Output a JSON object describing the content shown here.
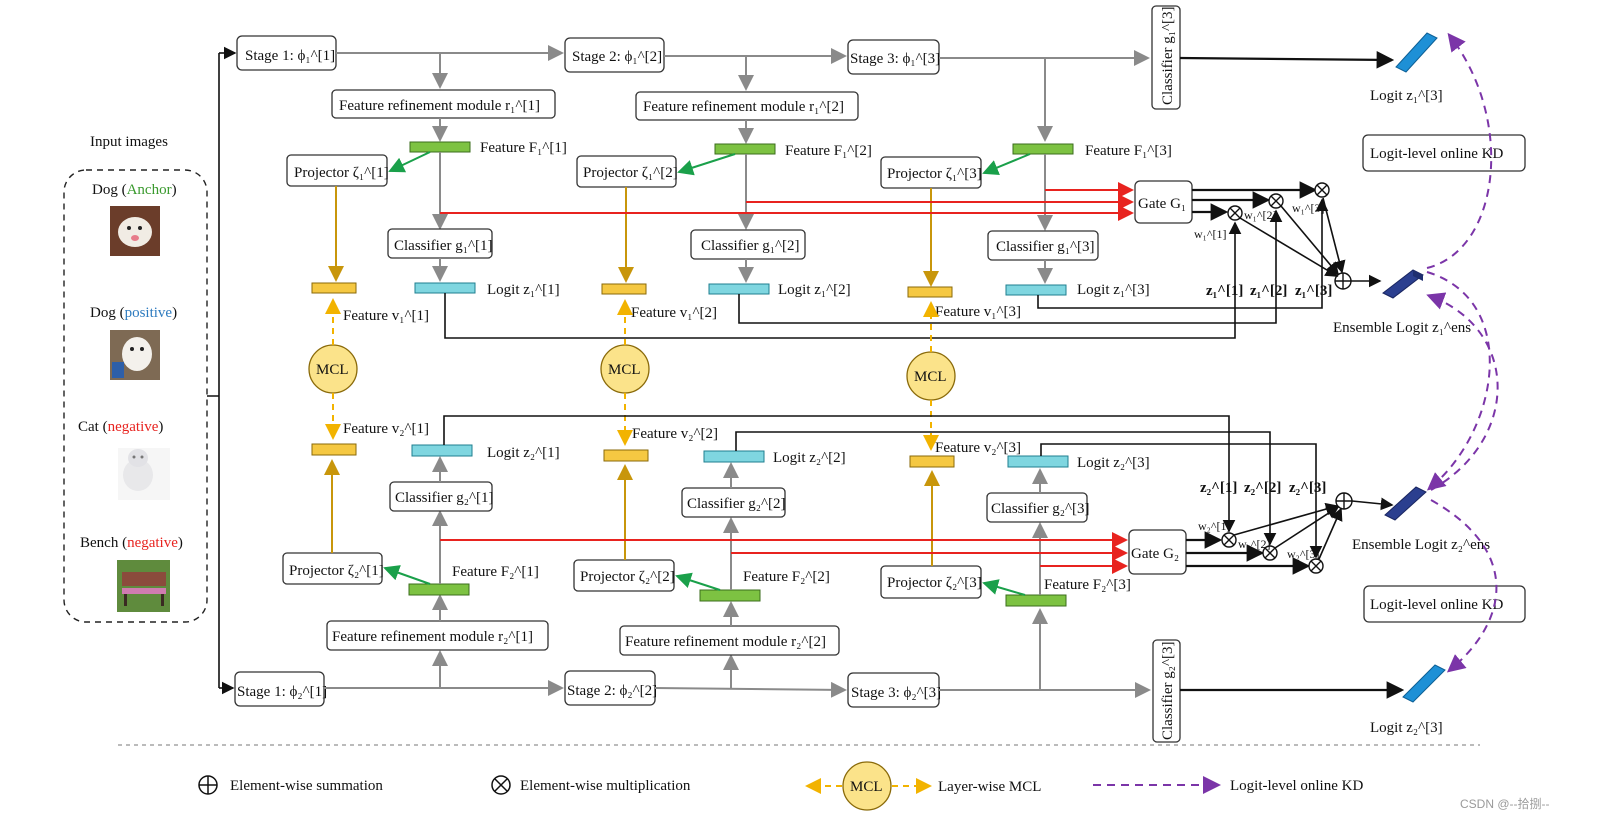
{
  "input": {
    "title": "Input images",
    "items": [
      {
        "name": "Dog",
        "tag": "Anchor",
        "tag_color": "#3a9a2e"
      },
      {
        "name": "Dog",
        "tag": "positive",
        "tag_color": "#2e7bbf"
      },
      {
        "name": "Cat",
        "tag": "negative",
        "tag_color": "#e8231f"
      },
      {
        "name": "Bench",
        "tag": "negative",
        "tag_color": "#e8231f"
      }
    ]
  },
  "net1": {
    "stages": [
      "Stage 1: ϕ₁^[1]",
      "Stage 2: ϕ₁^[2]",
      "Stage 3: ϕ₁^[3]"
    ],
    "frm": [
      "Feature refinement module r₁^[1]",
      "Feature refinement module r₁^[2]"
    ],
    "features_F": [
      "Feature F₁^[1]",
      "Feature F₁^[2]",
      "Feature F₁^[3]"
    ],
    "projectors": [
      "Projector ζ₁^[1]",
      "Projector ζ₁^[2]",
      "Projector ζ₁^[3]"
    ],
    "classifiers": [
      "Classifier g₁^[1]",
      "Classifier g₁^[2]",
      "Classifier g₁^[3]"
    ],
    "logits": [
      "Logit z₁^[1]",
      "Logit z₁^[2]",
      "Logit z₁^[3]"
    ],
    "features_v": [
      "Feature v₁^[1]",
      "Feature v₁^[2]",
      "Feature v₁^[3]"
    ],
    "final_classifier": "Classifier g₁^[3]",
    "final_logit": "Logit z₁^[3]",
    "gate": "Gate G₁",
    "weights": [
      "w₁^[1]",
      "w₁^[2]",
      "w₁^[3]"
    ],
    "z_labels": [
      "z₁^[1]",
      "z₁^[2]",
      "z₁^[3]"
    ],
    "ensemble": "Ensemble Logit z₁^ens"
  },
  "net2": {
    "stages": [
      "Stage 1: ϕ₂^[1]",
      "Stage 2: ϕ₂^[2]",
      "Stage 3: ϕ₂^[3]"
    ],
    "frm": [
      "Feature refinement module r₂^[1]",
      "Feature refinement module r₂^[2]"
    ],
    "features_F": [
      "Feature F₂^[1]",
      "Feature F₂^[2]",
      "Feature F₂^[3]"
    ],
    "projectors": [
      "Projector ζ₂^[1]",
      "Projector ζ₂^[2]",
      "Projector ζ₂^[3]"
    ],
    "classifiers": [
      "Classifier g₂^[1]",
      "Classifier g₂^[2]",
      "Classifier g₂^[3]"
    ],
    "logits": [
      "Logit z₂^[1]",
      "Logit z₂^[2]",
      "Logit z₂^[3]"
    ],
    "features_v": [
      "Feature v₂^[1]",
      "Feature v₂^[2]",
      "Feature v₂^[3]"
    ],
    "final_classifier": "Classifier g₂^[3]",
    "final_logit": "Logit z₂^[3]",
    "gate": "Gate G₂",
    "weights": [
      "w₂^[1]",
      "w₂^[2]",
      "w₂^[3]"
    ],
    "z_labels": [
      "z₂^[1]",
      "z₂^[2]",
      "z₂^[3]"
    ],
    "ensemble": "Ensemble Logit z₂^ens"
  },
  "mcl": "MCL",
  "kd_boxes": [
    "Logit-level online KD",
    "Logit-level online KD"
  ],
  "legend": {
    "sum": "Element-wise summation",
    "mul": "Element-wise multiplication",
    "mcl": "MCL",
    "mcl_text": "Layer-wise MCL",
    "kd": "Logit-level online KD"
  },
  "watermark": "CSDN @--拾捌--",
  "colors": {
    "feature_green": "#7dc242",
    "feature_yellow": "#f5c842",
    "logit_cyan": "#7fd6e0",
    "logit_blue": "#1e90d6",
    "ensemble_navy": "#2b3f8f",
    "mcl_fill": "#fbe38a"
  }
}
